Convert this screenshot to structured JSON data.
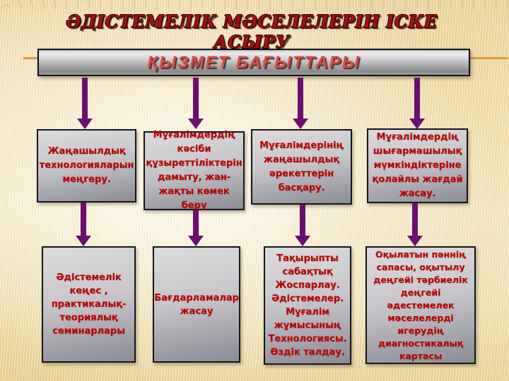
{
  "slide_title": "ӘДІСТЕМЕЛІК МӘСЕЛЕЛЕРІН ІСКЕ АСЫРУ",
  "banner": {
    "label": "ҚЫЗМЕТ БАҒЫТТАРЫ"
  },
  "flow": {
    "row1": [
      {
        "text": "Жаңашылдық технологияларын меңгеру."
      },
      {
        "text": "Мұғалімдердің кәсіби құзыреттіліктерін дамыту, жан-жақты көмек беру"
      },
      {
        "text": "Мұғалімдерінің жаңашылдық әрекеттерін басқару."
      },
      {
        "text": "Мұғалімдердің шығармашылық мүмкіндіктеріне қолайлы жағдай жасау."
      }
    ],
    "row2": [
      {
        "text": "Әдістемелік кеңес , практикалық-теориялық семинарлары"
      },
      {
        "text": "Бағдарламалар жасау"
      },
      {
        "text": "Тақырыпты сабақтық Жоспарлау. Әдістемелер. Мұғалім жұмысының Технологиясы. Өздік талдау."
      },
      {
        "text": "Оқылатын пәннің сапасы, оқытылу деңгейі тәрбиелік деңгейі әдестемелек мәселелерді игерудің диагностикалық картасы"
      }
    ]
  },
  "icons": {
    "connector": "down-arrow"
  },
  "colors": {
    "title_text": "#a11014",
    "banner_text": "#e04a41",
    "box_text": "#c00202",
    "arrow": "#6b0e6e",
    "accent_line": "#e5973c",
    "box_border": "#15151c",
    "background_tan": "#f0e2b6"
  }
}
